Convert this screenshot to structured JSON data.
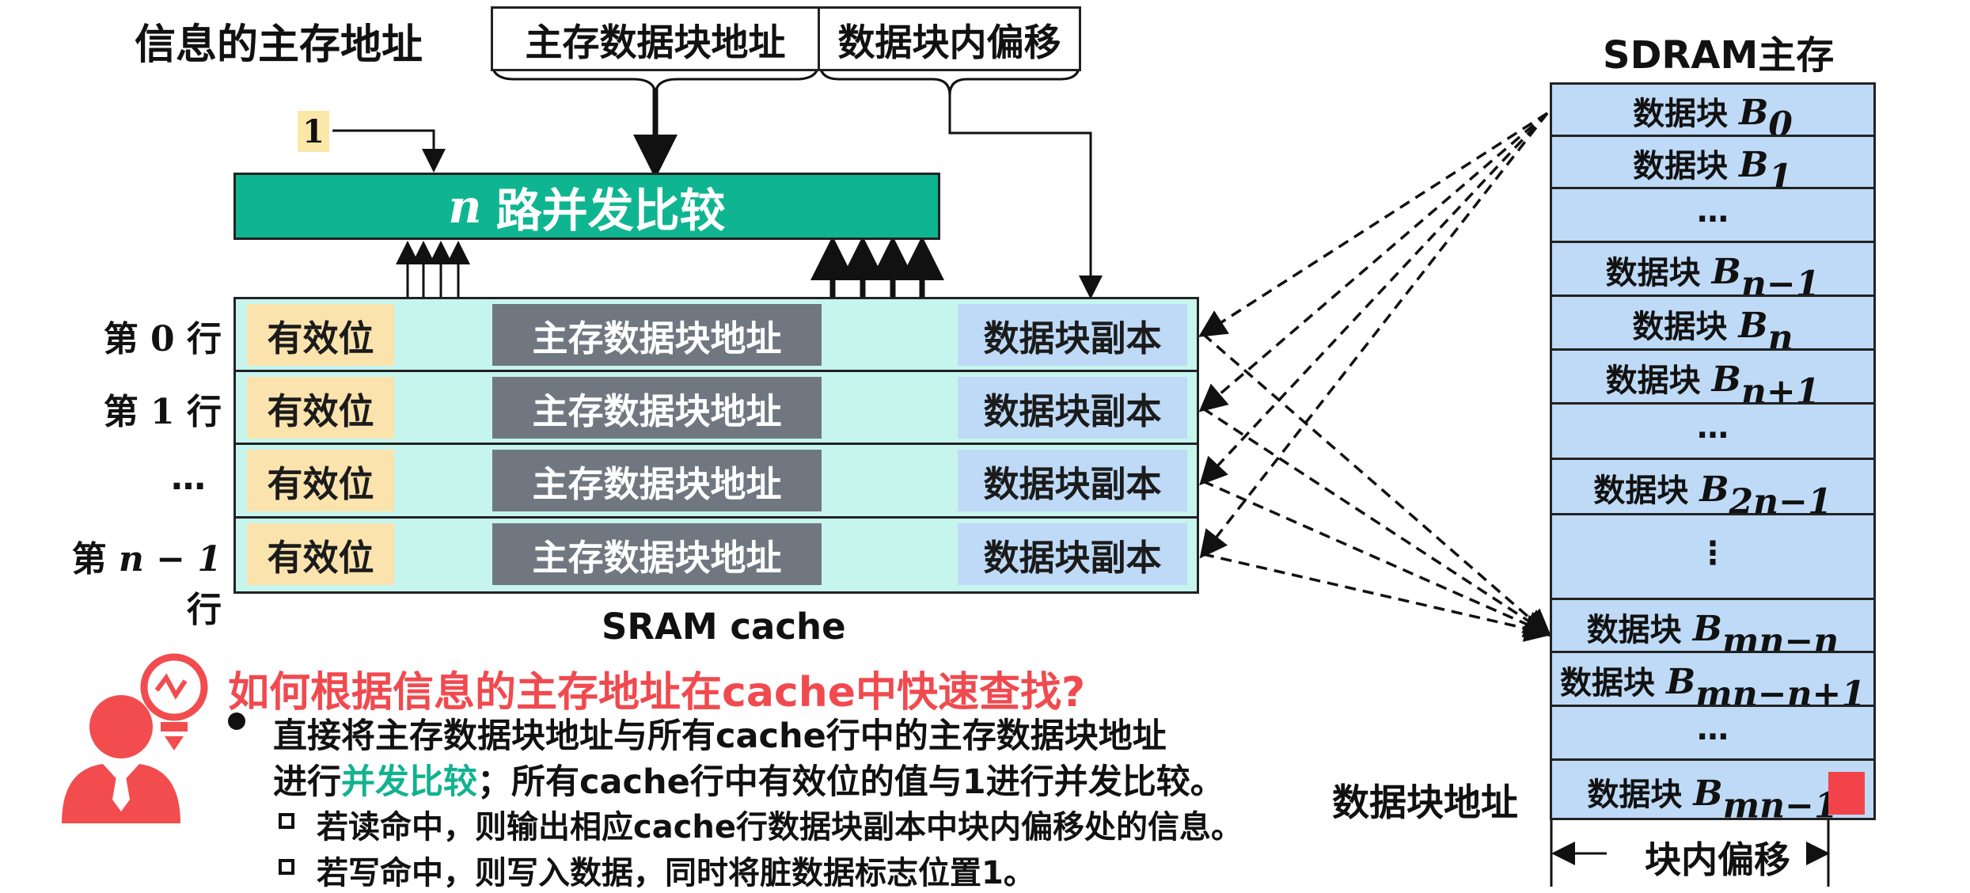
{
  "title": "信息的主存地址",
  "address_fields": {
    "block_address": "主存数据块地址",
    "block_offset": "数据块内偏移"
  },
  "valid_constant": "1",
  "comparator": {
    "n_symbol": "n",
    "label": "路并发比较"
  },
  "cache": {
    "name": "SRAM  cache",
    "rows": [
      {
        "label_pre": "第",
        "label_sym": "0",
        "label_post": "行",
        "valid": "有效位",
        "tag": "主存数据块地址",
        "data": "数据块副本"
      },
      {
        "label_pre": "第",
        "label_sym": "1",
        "label_post": "行",
        "valid": "有效位",
        "tag": "主存数据块地址",
        "data": "数据块副本"
      },
      {
        "label_pre": "…",
        "label_sym": "",
        "label_post": "",
        "valid": "有效位",
        "tag": "主存数据块地址",
        "data": "数据块副本"
      },
      {
        "label_pre": "第",
        "label_sym": "n − 1",
        "label_post": "行",
        "valid": "有效位",
        "tag": "主存数据块地址",
        "data": "数据块副本"
      }
    ]
  },
  "memory": {
    "title": "SDRAM主存",
    "block_word": "数据块",
    "block_symbol": "B",
    "ellipsis_h": "…",
    "ellipsis_v": "⋮",
    "blocks": [
      {
        "sub": "0"
      },
      {
        "sub": "1"
      },
      {
        "ellipsis": true
      },
      {
        "sub": "n−1"
      },
      {
        "sub": "n"
      },
      {
        "sub": "n+1"
      },
      {
        "ellipsis": true
      },
      {
        "sub": "2n−1"
      },
      {
        "vellipsis": true
      },
      {
        "sub": "mn−n"
      },
      {
        "sub": "mn−n+1"
      },
      {
        "ellipsis": true
      },
      {
        "sub": "mn−1"
      }
    ],
    "address_label": "数据块地址",
    "offset_label": "块内偏移"
  },
  "explanation": {
    "question": "如何根据信息的主存地址在cache中快速查找?",
    "bullet_line1": "直接将主存数据块地址与所有cache行中的主存数据块地址",
    "bullet_line2_pre": "进行",
    "bullet_line2_highlight": "并发比较",
    "bullet_line2_post": "；所有cache行中有效位的值与1进行并发比较。",
    "sub1": "若读命中，则输出相应cache行数据块副本中块内偏移处的信息。",
    "sub2": "若写命中，则写入数据，同时将脏数据标志位置1。"
  },
  "colors": {
    "comparator": "#0fb590",
    "cache_bg": "#c6f5ee",
    "valid": "#fbe3ad",
    "tag": "#707780",
    "data": "#bedaf6",
    "memory": "#bedaf6",
    "question": "#f04a4f",
    "highlight": "#13b28f",
    "offset_marker": "#f2434a"
  }
}
